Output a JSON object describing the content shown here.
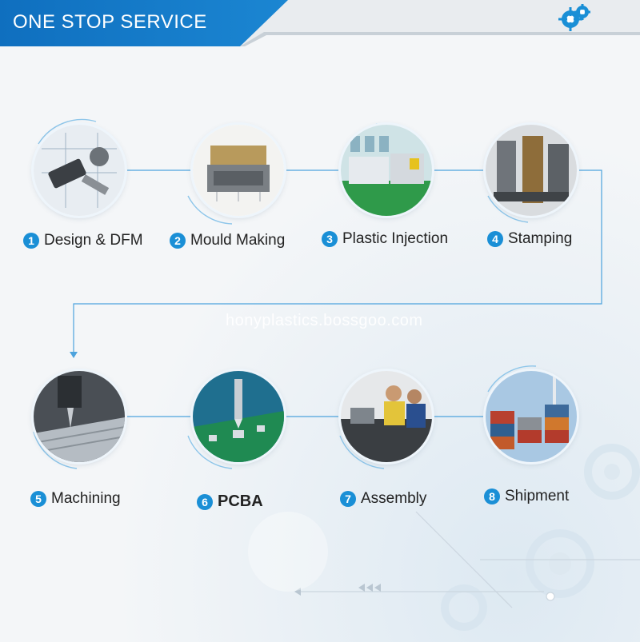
{
  "header": {
    "title": "ONE STOP SERVICE",
    "icon": "gear-icon"
  },
  "watermark": "honyplastics.bossgoo.com",
  "accent_color": "#1a8fd6",
  "steps": [
    {
      "num": "1",
      "label": "Design & DFM",
      "icon": "design-drawing-icon"
    },
    {
      "num": "2",
      "label": "Mould Making",
      "icon": "mould-icon"
    },
    {
      "num": "3",
      "label": "Plastic Injection",
      "icon": "injection-machine-icon"
    },
    {
      "num": "4",
      "label": "Stamping",
      "icon": "stamping-press-icon"
    },
    {
      "num": "5",
      "label": "Machining",
      "icon": "cnc-machining-icon"
    },
    {
      "num": "6",
      "label": "PCBA",
      "icon": "circuit-board-icon"
    },
    {
      "num": "7",
      "label": "Assembly",
      "icon": "assembly-line-icon"
    },
    {
      "num": "8",
      "label": "Shipment",
      "icon": "shipping-container-icon"
    }
  ]
}
